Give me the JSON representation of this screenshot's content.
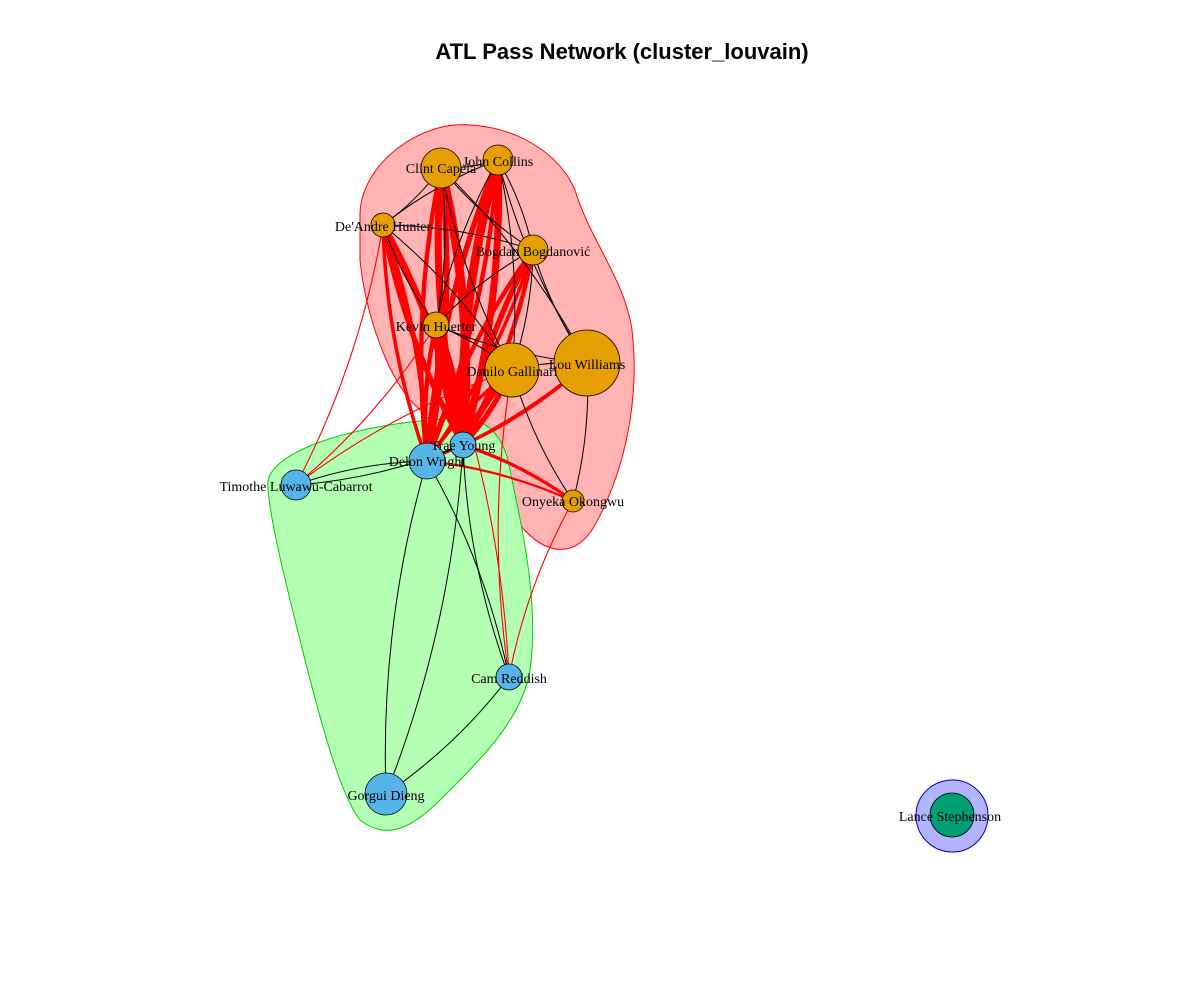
{
  "title": "ATL Pass Network (cluster_louvain)",
  "colors": {
    "cluster_orange_fill": "#E69F00",
    "cluster_blue_fill": "#56B4E9",
    "cluster_green_fill": "#009E73",
    "hull_red": "#FFB3B3",
    "hull_red_stroke": "#FF0000",
    "hull_green": "#B3FFB3",
    "hull_green_stroke": "#00CC00",
    "hull_blue": "#B3B3FF",
    "hull_blue_stroke": "#0000CC",
    "edge_within": "#000000",
    "edge_between": "#FF0000"
  },
  "clusters": [
    {
      "id": "c1",
      "color": "#E69F00",
      "members": [
        "Clint Capela",
        "John Collins",
        "De'Andre Hunter",
        "Bogdan Bogdanović",
        "Kevin Huerter",
        "Danilo Gallinari",
        "Lou Williams",
        "Onyeka Okongwu"
      ]
    },
    {
      "id": "c2",
      "color": "#56B4E9",
      "members": [
        "Trae Young",
        "Delon Wright",
        "Timothe Luwawu-Cabarrot",
        "Cam Reddish",
        "Gorgui Dieng"
      ]
    },
    {
      "id": "c3",
      "color": "#009E73",
      "members": [
        "Lance Stephenson"
      ]
    }
  ],
  "nodes": [
    {
      "name": "Clint Capela",
      "cluster": "c1"
    },
    {
      "name": "John Collins",
      "cluster": "c1"
    },
    {
      "name": "De'Andre Hunter",
      "cluster": "c1"
    },
    {
      "name": "Bogdan Bogdanović",
      "cluster": "c1"
    },
    {
      "name": "Kevin Huerter",
      "cluster": "c1"
    },
    {
      "name": "Danilo Gallinari",
      "cluster": "c1"
    },
    {
      "name": "Lou Williams",
      "cluster": "c1"
    },
    {
      "name": "Onyeka Okongwu",
      "cluster": "c1"
    },
    {
      "name": "Trae Young",
      "cluster": "c2"
    },
    {
      "name": "Delon Wright",
      "cluster": "c2"
    },
    {
      "name": "Timothe Luwawu-Cabarrot",
      "cluster": "c2"
    },
    {
      "name": "Cam Reddish",
      "cluster": "c2"
    },
    {
      "name": "Gorgui Dieng",
      "cluster": "c2"
    },
    {
      "name": "Lance Stephenson",
      "cluster": "c3"
    }
  ],
  "edges": [
    {
      "from": "Trae Young",
      "to": "Clint Capela",
      "weight": 8
    },
    {
      "from": "Trae Young",
      "to": "John Collins",
      "weight": 8
    },
    {
      "from": "Trae Young",
      "to": "De'Andre Hunter",
      "weight": 6
    },
    {
      "from": "Trae Young",
      "to": "Bogdan Bogdanović",
      "weight": 5
    },
    {
      "from": "Trae Young",
      "to": "Kevin Huerter",
      "weight": 7
    },
    {
      "from": "Trae Young",
      "to": "Danilo Gallinari",
      "weight": 6
    },
    {
      "from": "Trae Young",
      "to": "Lou Williams",
      "weight": 3
    },
    {
      "from": "Trae Young",
      "to": "Onyeka Okongwu",
      "weight": 3
    },
    {
      "from": "Delon Wright",
      "to": "Clint Capela",
      "weight": 5
    },
    {
      "from": "Delon Wright",
      "to": "John Collins",
      "weight": 5
    },
    {
      "from": "Delon Wright",
      "to": "De'Andre Hunter",
      "weight": 4
    },
    {
      "from": "Delon Wright",
      "to": "Bogdan Bogdanović",
      "weight": 4
    },
    {
      "from": "Delon Wright",
      "to": "Kevin Huerter",
      "weight": 5
    },
    {
      "from": "Delon Wright",
      "to": "Danilo Gallinari",
      "weight": 3
    },
    {
      "from": "Delon Wright",
      "to": "Lou Williams",
      "weight": 2
    },
    {
      "from": "Delon Wright",
      "to": "Onyeka Okongwu",
      "weight": 2
    },
    {
      "from": "Timothe Luwawu-Cabarrot",
      "to": "Kevin Huerter",
      "weight": 1
    },
    {
      "from": "Timothe Luwawu-Cabarrot",
      "to": "Danilo Gallinari",
      "weight": 1
    },
    {
      "from": "Timothe Luwawu-Cabarrot",
      "to": "De'Andre Hunter",
      "weight": 1
    },
    {
      "from": "Cam Reddish",
      "to": "Onyeka Okongwu",
      "weight": 1
    },
    {
      "from": "Cam Reddish",
      "to": "Kevin Huerter",
      "weight": 1
    },
    {
      "from": "Cam Reddish",
      "to": "Danilo Gallinari",
      "weight": 1
    },
    {
      "from": "Clint Capela",
      "to": "John Collins",
      "weight": 1
    },
    {
      "from": "Clint Capela",
      "to": "De'Andre Hunter",
      "weight": 1
    },
    {
      "from": "Clint Capela",
      "to": "Bogdan Bogdanović",
      "weight": 1
    },
    {
      "from": "Clint Capela",
      "to": "Kevin Huerter",
      "weight": 1
    },
    {
      "from": "Clint Capela",
      "to": "Danilo Gallinari",
      "weight": 1
    },
    {
      "from": "Clint Capela",
      "to": "Lou Williams",
      "weight": 1
    },
    {
      "from": "John Collins",
      "to": "De'Andre Hunter",
      "weight": 1
    },
    {
      "from": "John Collins",
      "to": "Bogdan Bogdanović",
      "weight": 1
    },
    {
      "from": "John Collins",
      "to": "Kevin Huerter",
      "weight": 1
    },
    {
      "from": "John Collins",
      "to": "Danilo Gallinari",
      "weight": 1
    },
    {
      "from": "John Collins",
      "to": "Lou Williams",
      "weight": 1
    },
    {
      "from": "De'Andre Hunter",
      "to": "Bogdan Bogdanović",
      "weight": 1
    },
    {
      "from": "De'Andre Hunter",
      "to": "Kevin Huerter",
      "weight": 1
    },
    {
      "from": "De'Andre Hunter",
      "to": "Danilo Gallinari",
      "weight": 1
    },
    {
      "from": "Bogdan Bogdanović",
      "to": "Kevin Huerter",
      "weight": 1
    },
    {
      "from": "Bogdan Bogdanović",
      "to": "Danilo Gallinari",
      "weight": 1
    },
    {
      "from": "Bogdan Bogdanović",
      "to": "Lou Williams",
      "weight": 1
    },
    {
      "from": "Kevin Huerter",
      "to": "Danilo Gallinari",
      "weight": 1
    },
    {
      "from": "Kevin Huerter",
      "to": "Lou Williams",
      "weight": 1
    },
    {
      "from": "Danilo Gallinari",
      "to": "Lou Williams",
      "weight": 1
    },
    {
      "from": "Danilo Gallinari",
      "to": "Onyeka Okongwu",
      "weight": 1
    },
    {
      "from": "Lou Williams",
      "to": "Onyeka Okongwu",
      "weight": 1
    },
    {
      "from": "Trae Young",
      "to": "Delon Wright",
      "weight": 1
    },
    {
      "from": "Trae Young",
      "to": "Timothe Luwawu-Cabarrot",
      "weight": 1
    },
    {
      "from": "Trae Young",
      "to": "Cam Reddish",
      "weight": 1
    },
    {
      "from": "Trae Young",
      "to": "Gorgui Dieng",
      "weight": 1
    },
    {
      "from": "Delon Wright",
      "to": "Timothe Luwawu-Cabarrot",
      "weight": 1
    },
    {
      "from": "Delon Wright",
      "to": "Cam Reddish",
      "weight": 1
    },
    {
      "from": "Delon Wright",
      "to": "Gorgui Dieng",
      "weight": 1
    },
    {
      "from": "Cam Reddish",
      "to": "Gorgui Dieng",
      "weight": 1
    }
  ]
}
